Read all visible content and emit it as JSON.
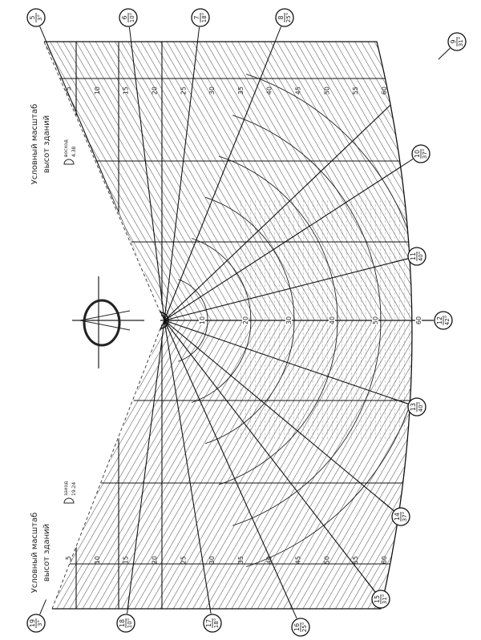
{
  "title": {
    "line1": "Условный масштаб",
    "line2": "высот зданий"
  },
  "sunrise": {
    "label": "восход",
    "time": "4.38"
  },
  "sunset": {
    "label": "заход",
    "time": "19.24"
  },
  "colors": {
    "ink": "#1a1a1a",
    "hatch": "#333333",
    "paper": "#ffffff"
  },
  "hours": [
    {
      "hour": "5",
      "altitude": "3°"
    },
    {
      "hour": "6",
      "altitude": "10°"
    },
    {
      "hour": "7",
      "altitude": "18°"
    },
    {
      "hour": "8",
      "altitude": "25°"
    },
    {
      "hour": "9",
      "altitude": "31°"
    },
    {
      "hour": "10",
      "altitude": "37°"
    },
    {
      "hour": "11",
      "altitude": "40°"
    },
    {
      "hour": "12",
      "altitude": "42°"
    },
    {
      "hour": "13",
      "altitude": "40°"
    },
    {
      "hour": "14",
      "altitude": "37°"
    },
    {
      "hour": "15",
      "altitude": "31°"
    },
    {
      "hour": "16",
      "altitude": "25°"
    },
    {
      "hour": "17",
      "altitude": "18°"
    },
    {
      "hour": "18",
      "altitude": "10°"
    },
    {
      "hour": "19",
      "altitude": "3°"
    }
  ],
  "height_scale": [
    "5",
    "10",
    "15",
    "20",
    "25",
    "30",
    "35",
    "40",
    "45",
    "50",
    "55",
    "60"
  ],
  "axis_scale": [
    "10",
    "20",
    "30",
    "40",
    "50",
    "60"
  ]
}
